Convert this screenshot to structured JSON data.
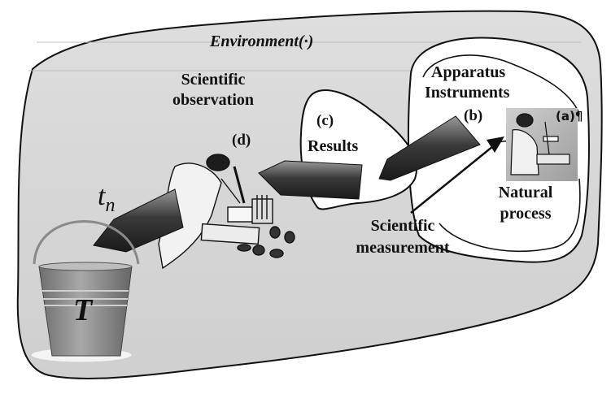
{
  "diagram": {
    "environment_label": "Environment(·)",
    "observation": {
      "line1": "Scientific",
      "line2": "observation",
      "tag": "(d)"
    },
    "results": {
      "tag": "(c)",
      "label": "Results"
    },
    "apparatus": {
      "line1": "Apparatus",
      "line2": "Instruments",
      "tag": "(b)"
    },
    "natural_process": {
      "tag": "(a)¶",
      "line1": "Natural",
      "line2": "process"
    },
    "measurement": {
      "line1": "Scientific",
      "line2": "measurement"
    },
    "time_label": {
      "base": "t",
      "subscript": "n"
    },
    "bucket_label": "T"
  },
  "colors": {
    "environment_fill": "#d9d9d9",
    "region_fill": "#ffffff",
    "outline": "#111111",
    "arrow_dark": "#2a2a2a",
    "arrow_light": "#8a8a8a",
    "bucket": "#8c8c8c"
  }
}
